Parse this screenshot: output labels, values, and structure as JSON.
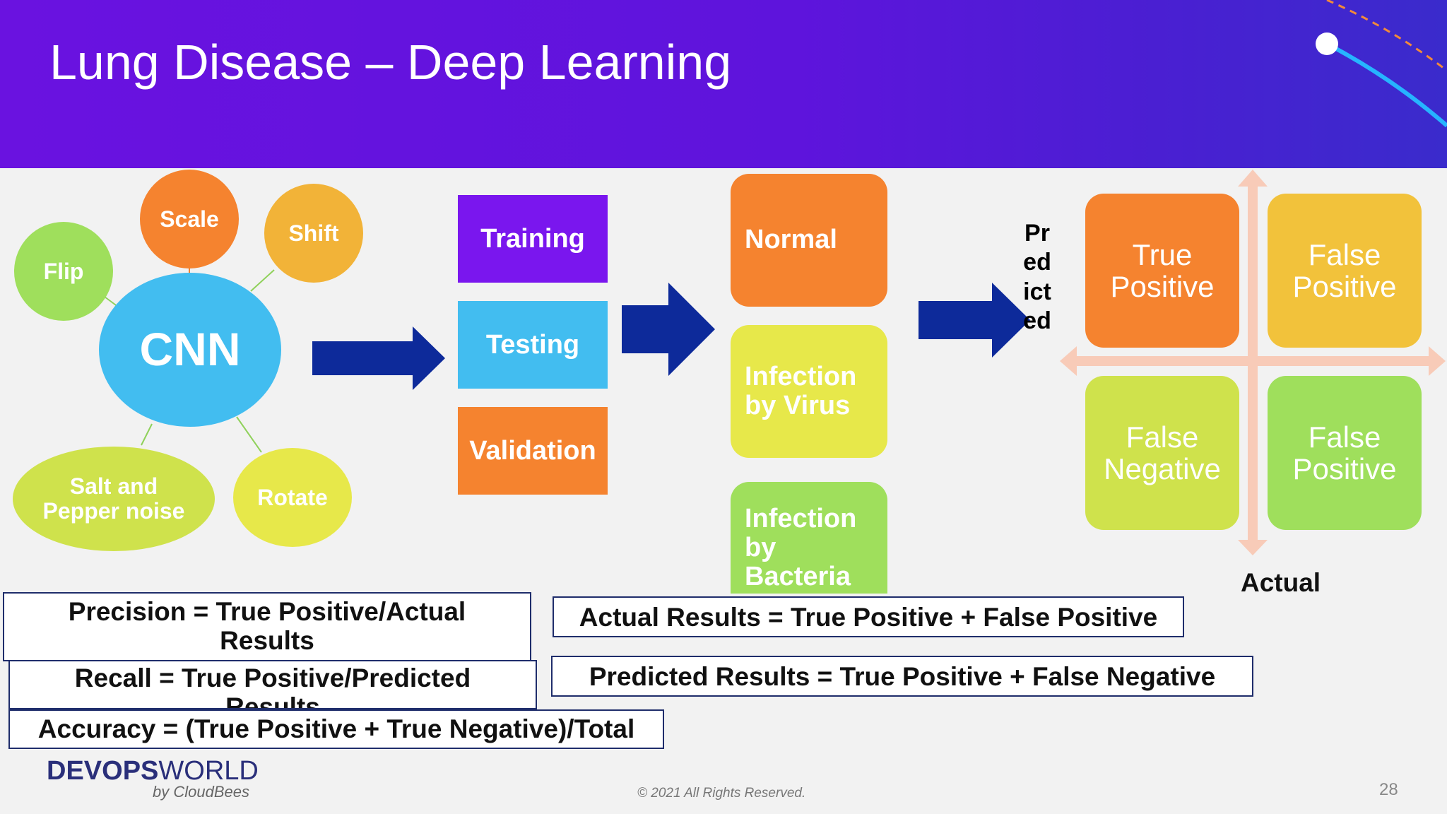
{
  "slide": {
    "title": "Lung Disease – Deep Learning",
    "page_number": "28",
    "copyright": "© 2021 All Rights Reserved."
  },
  "brand": {
    "bold": "DEVOPS",
    "light": "WORLD",
    "sub": "by CloudBees"
  },
  "cnn_cluster": {
    "center": "CNN",
    "augmentations": [
      "Flip",
      "Scale",
      "Shift",
      "Salt and Pepper noise",
      "Rotate"
    ]
  },
  "dataset_split": [
    "Training",
    "Testing",
    "Validation"
  ],
  "outcomes": [
    "Normal",
    "Infection by Virus",
    "Infection by Bacteria"
  ],
  "matrix": {
    "axis_vertical": "Predicted",
    "axis_horizontal": "Actual",
    "cells": [
      "True Positive",
      "False Positive",
      "False Negative",
      "False Positive"
    ]
  },
  "formulas": {
    "precision": "Precision = True Positive/Actual Results",
    "recall": "Recall = True Positive/Predicted Results",
    "accuracy": "Accuracy  = (True Positive + True Negative)/Total",
    "actual_results": "Actual Results = True Positive + False Positive",
    "predicted_results": "Predicted Results = True Positive + False Negative"
  },
  "colors": {
    "header": "#6a12e0",
    "cnn": "#42bdf0",
    "orange": "#f5832f",
    "amber": "#f2b338",
    "light_green": "#9fdf5c",
    "yellow_green": "#cfe24c",
    "yellow": "#e7e84a",
    "purple": "#7a16ee",
    "arrow": "#0d2a9a"
  },
  "icons": [
    "arrow-right-icon",
    "cross-arrow-icon",
    "header-arc-icon"
  ]
}
